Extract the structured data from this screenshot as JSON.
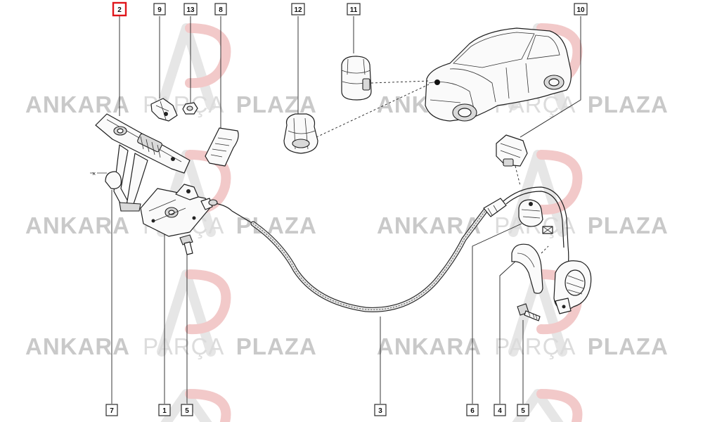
{
  "watermark": {
    "brand_part1": "ANKARA",
    "brand_part2": "PARÇA",
    "brand_part3": "PLAZA"
  },
  "callouts": {
    "c2": "2",
    "c9": "9",
    "c13": "13",
    "c8": "8",
    "c12": "12",
    "c11": "11",
    "c10": "10",
    "c7": "7",
    "c1": "1",
    "c5a": "5",
    "c3": "3",
    "c6": "6",
    "c4": "4",
    "c5b": "5"
  },
  "highlighted_callout": "2",
  "colors": {
    "highlight": "#e0161b",
    "line": "#1e1e1e",
    "watermark_text": "#c9c9c9",
    "watermark_logo": "#f2c9c9"
  }
}
